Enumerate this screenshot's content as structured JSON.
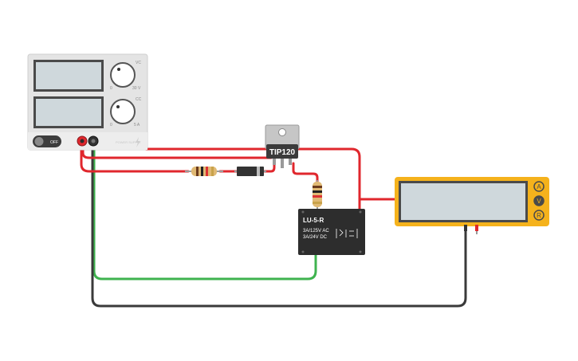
{
  "power_supply": {
    "switch_label": "OFF",
    "voltage_knob": {
      "mode": "VC",
      "min": "0",
      "max": "30 V"
    },
    "current_knob": {
      "mode": "CC",
      "min": "0",
      "max": "5 A"
    },
    "brand_text": "POWER SUPPLY"
  },
  "transistor": {
    "label": "TIP120"
  },
  "relay": {
    "model": "LU-5-R",
    "rating_ac": "3A/125V AC",
    "rating_dc": "3A/24V  DC"
  },
  "multimeter": {
    "mode_current": "A",
    "mode_voltage": "V",
    "mode_resistance": "R"
  },
  "colors": {
    "wire_red": "#e0272d",
    "wire_black": "#3a3a3a",
    "wire_green": "#3fb34f",
    "multimeter_body": "#f5b21c",
    "relay_body": "#2d2d2d",
    "psu_body": "#e4e4e4",
    "display": "#cfd8dc"
  }
}
